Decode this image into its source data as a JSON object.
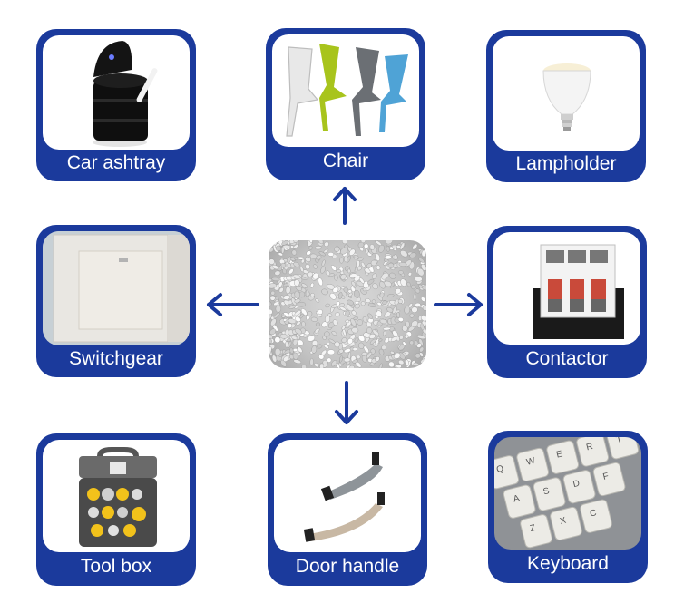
{
  "cards": [
    {
      "key": "car_ashtray",
      "label": "Car ashtray"
    },
    {
      "key": "chair",
      "label": "Chair"
    },
    {
      "key": "lampholder",
      "label": "Lampholder"
    },
    {
      "key": "switchgear",
      "label": "Switchgear"
    },
    {
      "key": "contactor",
      "label": "Contactor"
    },
    {
      "key": "tool_box",
      "label": "Tool box"
    },
    {
      "key": "door_handle",
      "label": "Door handle"
    },
    {
      "key": "keyboard",
      "label": "Keyboard"
    }
  ],
  "keyboard_keys": [
    "Q",
    "W",
    "E",
    "R",
    "T",
    "A",
    "S",
    "D",
    "F",
    "Z",
    "X",
    "C"
  ],
  "colors": {
    "card_border": "#1b3a9c",
    "arrow": "#1b3a9c",
    "label_text": "#ffffff"
  }
}
